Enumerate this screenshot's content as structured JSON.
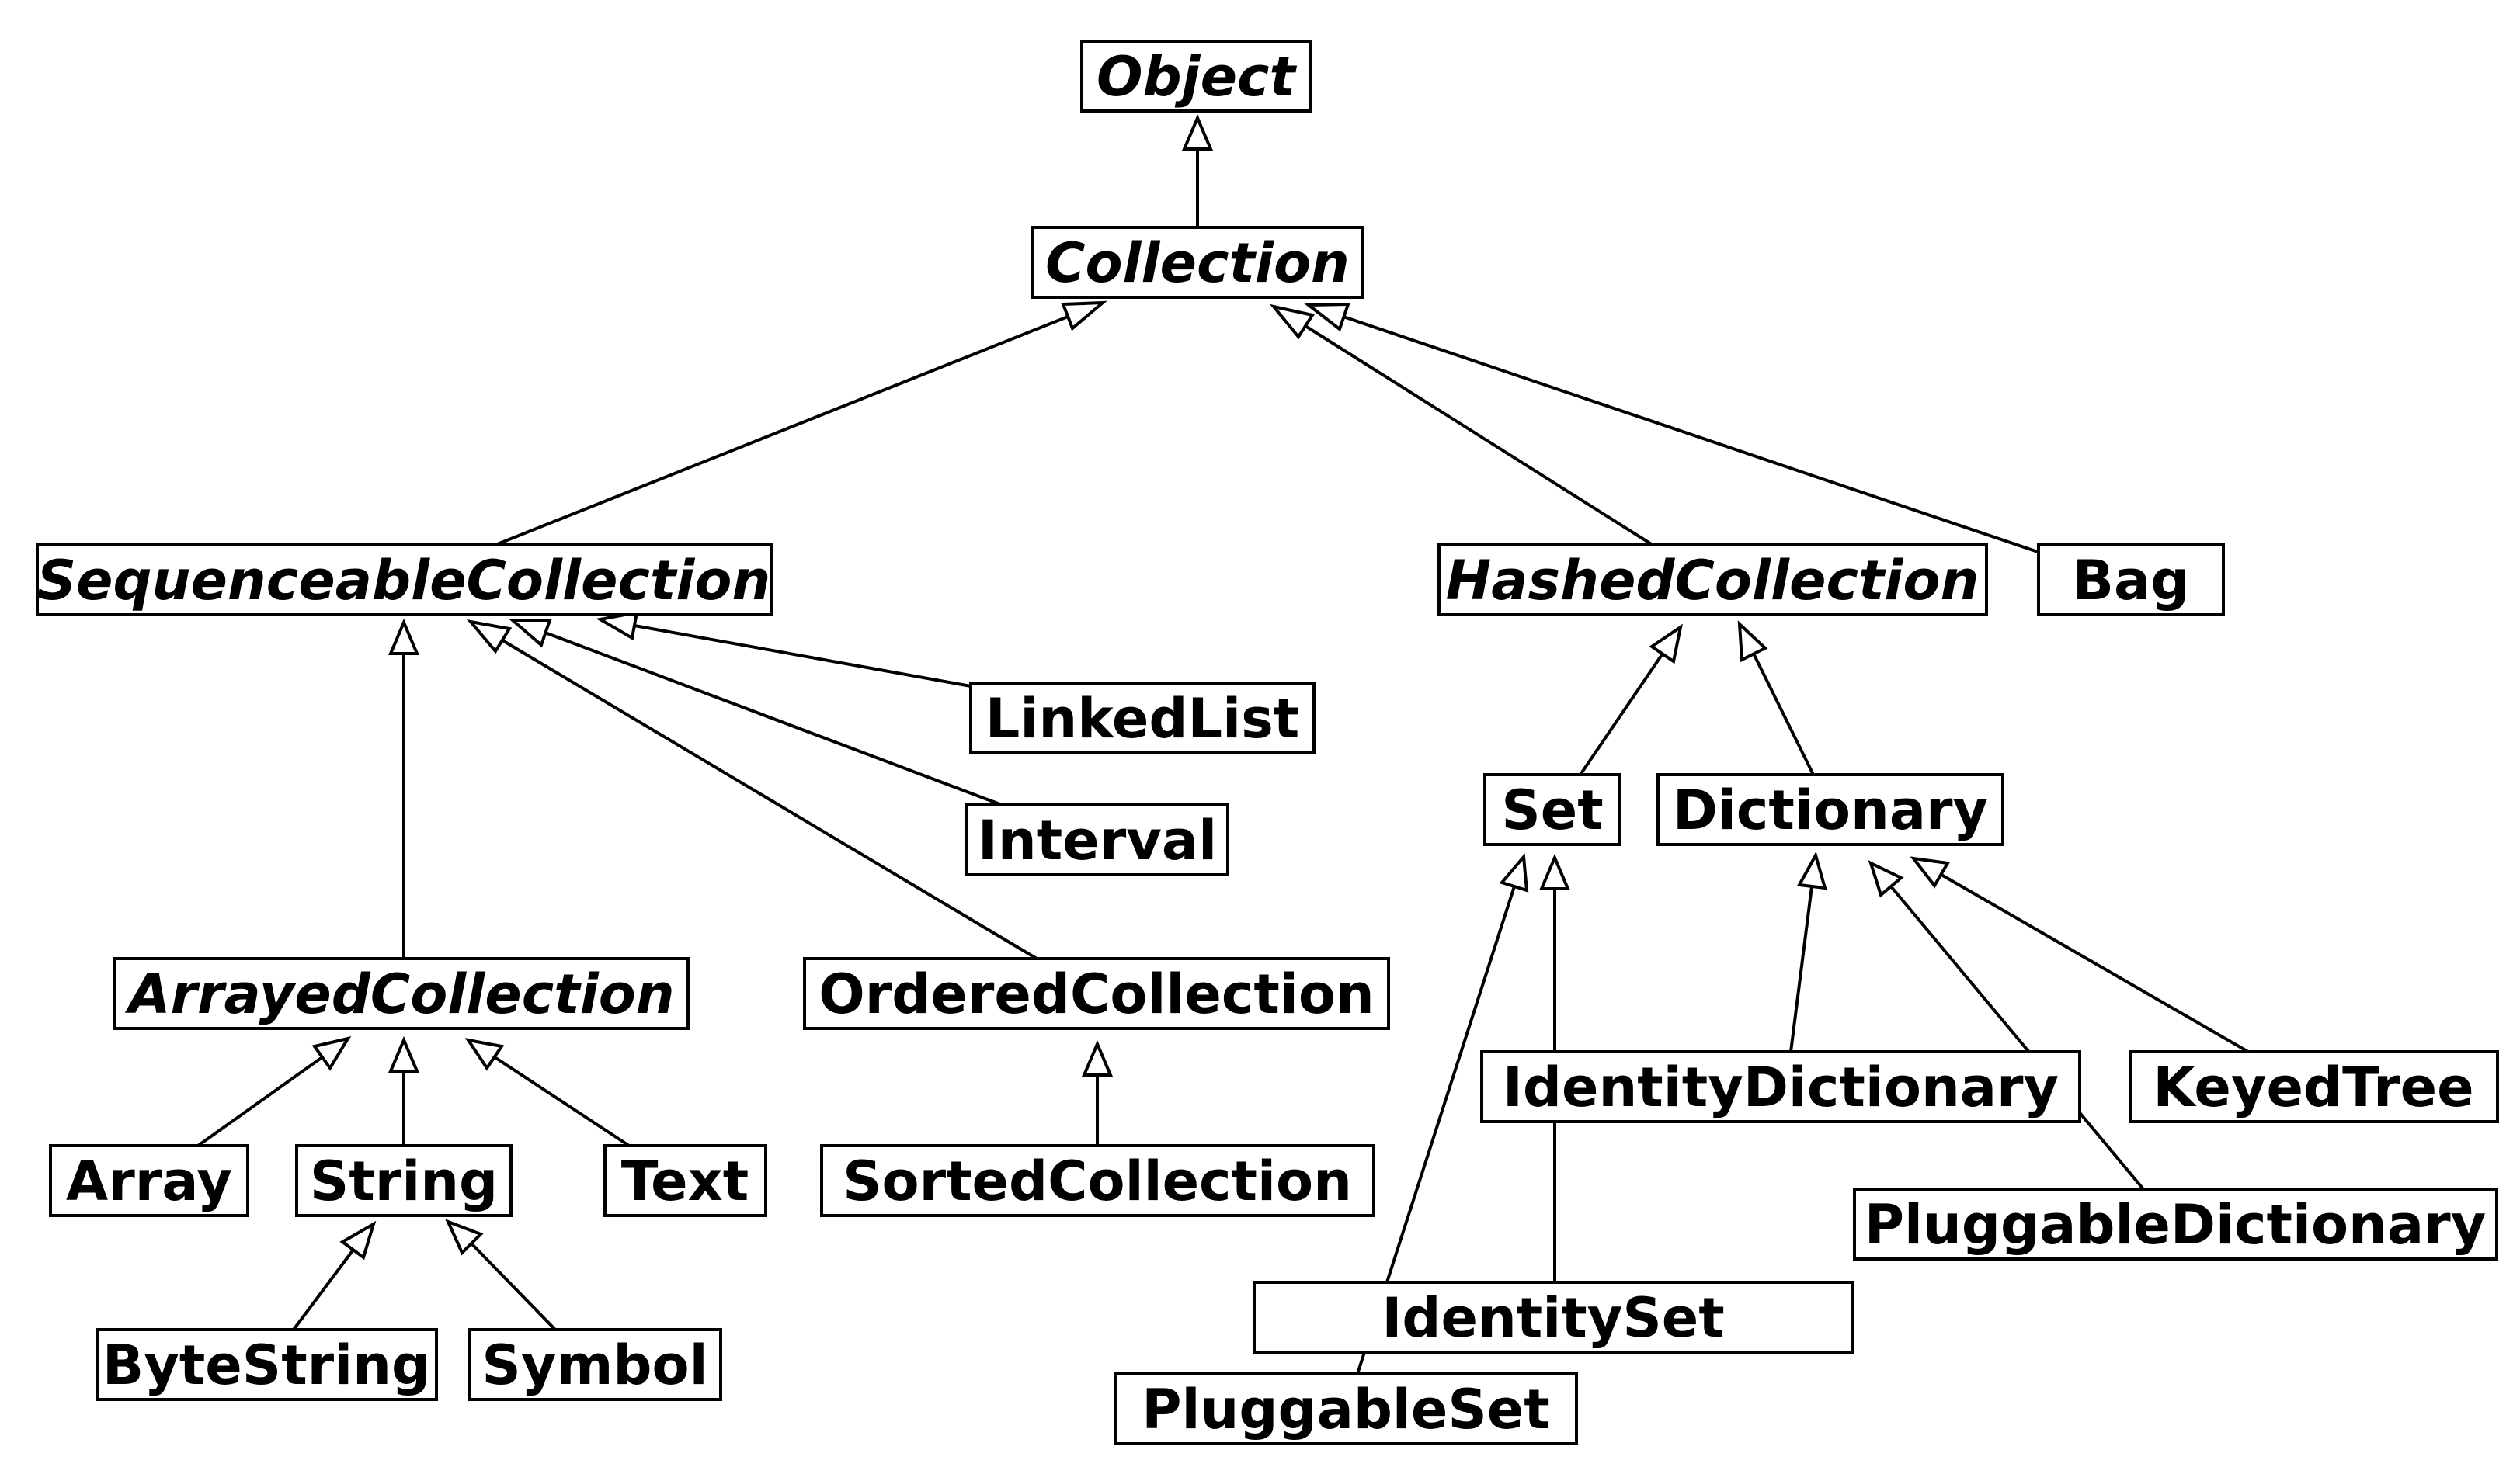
{
  "classes": {
    "object": "Object",
    "collection": "Collection",
    "sequenceable_collection": "SequenceableCollection",
    "hashed_collection": "HashedCollection",
    "bag": "Bag",
    "linked_list": "LinkedList",
    "interval": "Interval",
    "set": "Set",
    "dictionary": "Dictionary",
    "arrayed_collection": "ArrayedCollection",
    "ordered_collection": "OrderedCollection",
    "identity_dictionary": "IdentityDictionary",
    "keyed_tree": "KeyedTree",
    "array": "Array",
    "string": "String",
    "text": "Text",
    "sorted_collection": "SortedCollection",
    "pluggable_dictionary": "PluggableDictionary",
    "byte_string": "ByteString",
    "symbol": "Symbol",
    "identity_set": "IdentitySet",
    "pluggable_set": "PluggableSet"
  },
  "abstract_classes": [
    "object",
    "collection",
    "sequenceable_collection",
    "hashed_collection",
    "arrayed_collection"
  ],
  "inheritance": [
    {
      "child": "collection",
      "parent": "object"
    },
    {
      "child": "sequenceable_collection",
      "parent": "collection"
    },
    {
      "child": "hashed_collection",
      "parent": "collection"
    },
    {
      "child": "bag",
      "parent": "collection"
    },
    {
      "child": "arrayed_collection",
      "parent": "sequenceable_collection"
    },
    {
      "child": "linked_list",
      "parent": "sequenceable_collection"
    },
    {
      "child": "interval",
      "parent": "sequenceable_collection"
    },
    {
      "child": "ordered_collection",
      "parent": "sequenceable_collection"
    },
    {
      "child": "set",
      "parent": "hashed_collection"
    },
    {
      "child": "dictionary",
      "parent": "hashed_collection"
    },
    {
      "child": "identity_dictionary",
      "parent": "dictionary"
    },
    {
      "child": "pluggable_dictionary",
      "parent": "dictionary"
    },
    {
      "child": "keyed_tree",
      "parent": "dictionary"
    },
    {
      "child": "identity_set",
      "parent": "set"
    },
    {
      "child": "pluggable_set",
      "parent": "set"
    },
    {
      "child": "array",
      "parent": "arrayed_collection"
    },
    {
      "child": "string",
      "parent": "arrayed_collection"
    },
    {
      "child": "text",
      "parent": "arrayed_collection"
    },
    {
      "child": "sorted_collection",
      "parent": "ordered_collection"
    },
    {
      "child": "byte_string",
      "parent": "string"
    },
    {
      "child": "symbol",
      "parent": "string"
    }
  ]
}
